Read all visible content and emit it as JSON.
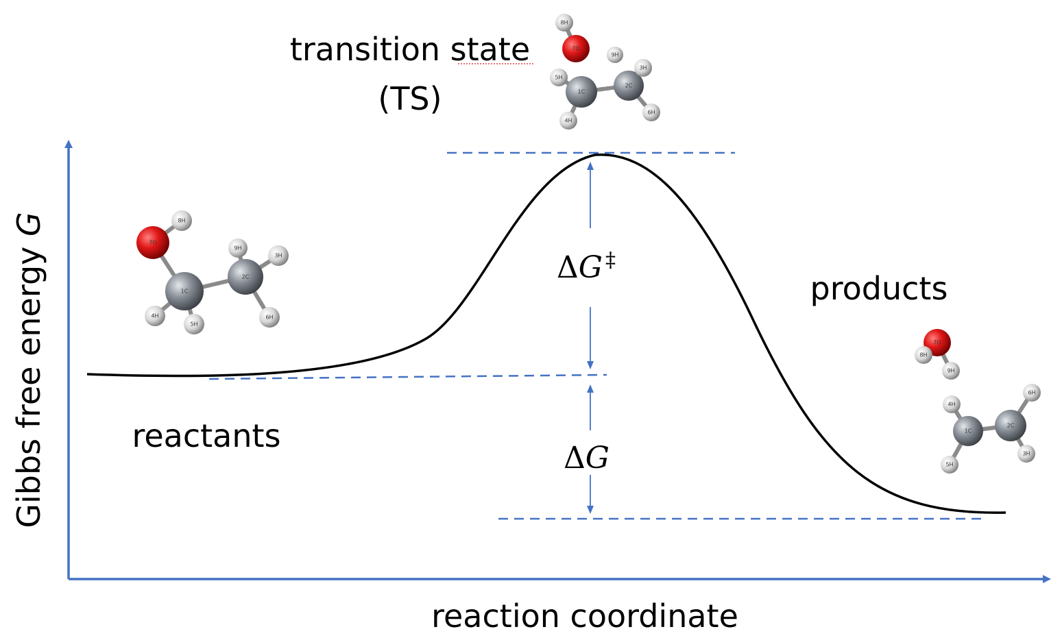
{
  "labels": {
    "transition_state_line1": "transition state",
    "transition_state_line2": "(TS)",
    "products": "products",
    "reactants": "reactants",
    "x_axis": "reaction coordinate",
    "y_axis_prefix": "Gibbs free energy ",
    "y_axis_symbol": "G",
    "delta_g_activation_delta": "Δ",
    "delta_g_activation_symbol": "G",
    "delta_g_activation_sup": "‡",
    "delta_g_delta": "Δ",
    "delta_g_symbol": "G"
  },
  "colors": {
    "axis": "#4472C4",
    "dashed": "#4472C4",
    "curve": "#000000",
    "oxygen": "#D7191C",
    "carbon": "#808890",
    "hydrogen": "#DDDDDD"
  },
  "molecules": {
    "reactant_atoms": [
      "7O",
      "8H",
      "9H",
      "3H",
      "2C",
      "1C",
      "4H",
      "5H",
      "6H"
    ],
    "ts_atoms": [
      "8H",
      "7O",
      "9H",
      "5H",
      "1C",
      "2C",
      "3H",
      "4H",
      "6H"
    ],
    "product_atoms": [
      "7O",
      "8H",
      "9H",
      "4H",
      "6H",
      "1C",
      "2C",
      "5H",
      "3H"
    ]
  }
}
